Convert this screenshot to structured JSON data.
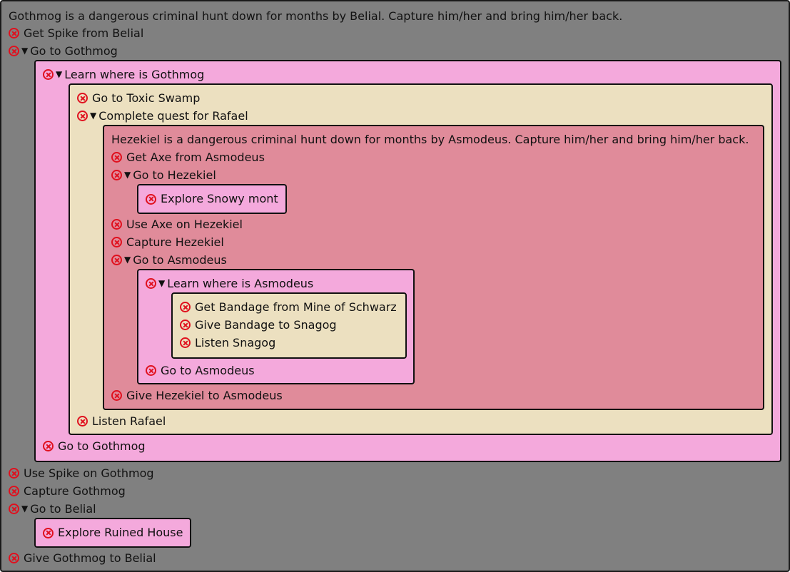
{
  "quest": {
    "intro": "Gothmog is a dangerous criminal hunt down for months by Belial. Capture him/her and bring him/her back.",
    "get_spike": "Get Spike from Belial",
    "go_to_gothmog": "Go to Gothmog",
    "learn_where_gothmog": "Learn where is Gothmog",
    "go_to_toxic_swamp": "Go to Toxic Swamp",
    "complete_quest_rafael": "Complete quest for Rafael",
    "sub": {
      "intro": "Hezekiel is a dangerous criminal hunt down for months by Asmodeus. Capture him/her and bring him/her back.",
      "get_axe": "Get Axe from Asmodeus",
      "go_to_hezekiel": "Go to Hezekiel",
      "explore_snowy": "Explore Snowy mont",
      "use_axe": "Use Axe on Hezekiel",
      "capture_hezekiel": "Capture Hezekiel",
      "go_to_asmodeus": "Go to Asmodeus",
      "learn_where_asmodeus": "Learn where is Asmodeus",
      "get_bandage": "Get Bandage from Mine of Schwarz",
      "give_bandage": "Give Bandage to Snagog",
      "listen_snagog": "Listen Snagog",
      "go_to_asmodeus_2": "Go to Asmodeus",
      "give_hezekiel": "Give Hezekiel to Asmodeus"
    },
    "listen_rafael": "Listen Rafael",
    "go_to_gothmog_2": "Go to Gothmog",
    "use_spike": "Use Spike on Gothmog",
    "capture_gothmog": "Capture Gothmog",
    "go_to_belial": "Go to Belial",
    "explore_ruined": "Explore Ruined House",
    "give_gothmog": "Give Gothmog to Belial"
  },
  "colors": {
    "background": "#808080",
    "pink": "#f4a9dc",
    "beige": "#ece0c0",
    "rose": "#e08b9a",
    "fail_icon": "#e0101e"
  },
  "icons": {
    "fail": "circle-x-icon",
    "expand": "triangle-down-icon"
  }
}
